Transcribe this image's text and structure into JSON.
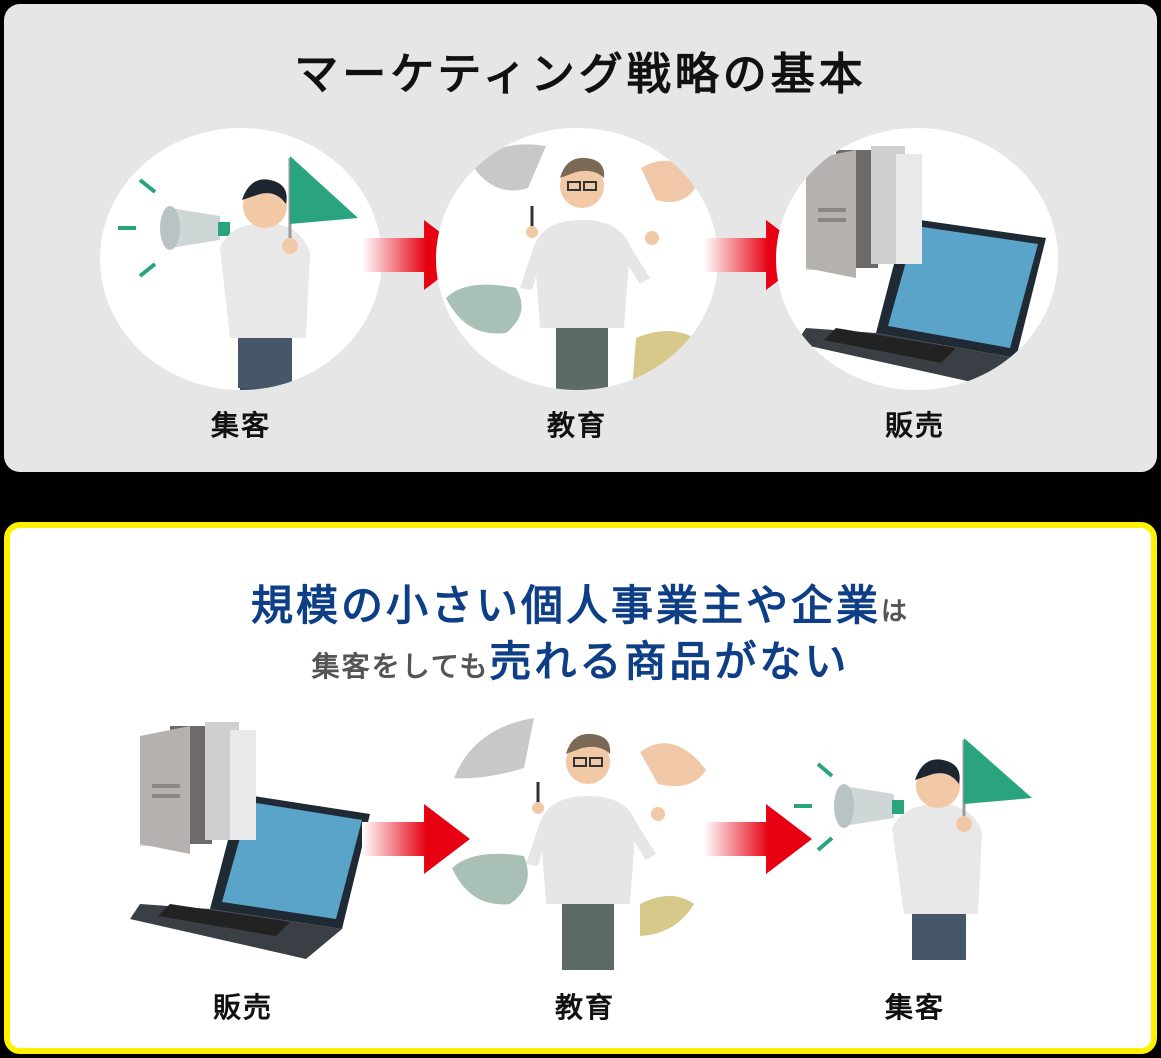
{
  "top": {
    "title": "マーケティング戦略の基本",
    "steps": [
      {
        "label": "集客",
        "icon": "megaphone-person-icon"
      },
      {
        "label": "教育",
        "icon": "teacher-person-icon"
      },
      {
        "label": "販売",
        "icon": "laptop-books-icon"
      }
    ]
  },
  "bottom": {
    "headline_line1_main": "規模の小さい個人事業主や企業",
    "headline_line1_suffix": "は",
    "headline_line2_prefix": "集客をしても",
    "headline_line2_main": "売れる商品がない",
    "steps": [
      {
        "label": "販売",
        "icon": "laptop-books-icon"
      },
      {
        "label": "教育",
        "icon": "teacher-person-icon"
      },
      {
        "label": "集客",
        "icon": "megaphone-person-icon"
      }
    ]
  },
  "colors": {
    "arrow_red": "#e60012",
    "headline_blue": "#0e3f86",
    "highlight_border": "#fff200",
    "flag_green": "#2aa37f"
  }
}
